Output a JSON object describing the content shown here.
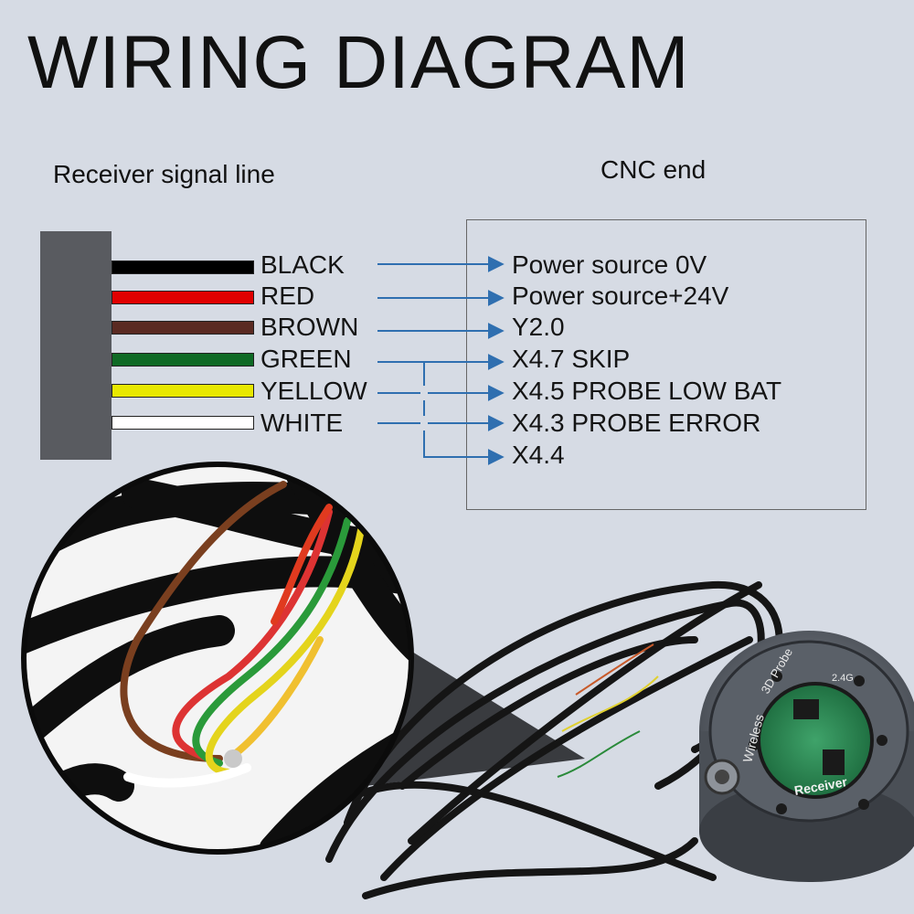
{
  "title": "WIRING DIAGRAM",
  "headers": {
    "left": "Receiver signal line",
    "right": "CNC end"
  },
  "wires": [
    {
      "label": "BLACK",
      "color": "#000000",
      "signal": "Power source 0V"
    },
    {
      "label": "RED",
      "color": "#e00000",
      "signal": "Power source+24V"
    },
    {
      "label": "BROWN",
      "color": "#5a2a22",
      "signal": "Y2.0"
    },
    {
      "label": "GREEN",
      "color": "#0f6a25",
      "signal": "X4.7 SKIP"
    },
    {
      "label": "YELLOW",
      "color": "#e8e800",
      "signal": "X4.5 PROBE LOW BAT"
    },
    {
      "label": "WHITE",
      "color": "#ffffff",
      "signal": "X4.3 PROBE ERROR"
    }
  ],
  "extra_signal": "X4.4",
  "arrow_color": "#2f6fb0",
  "device_labels": {
    "probe": "3D Probe",
    "wireless": "Wireless",
    "receiver": "Receiver",
    "freq": "2.4G"
  }
}
